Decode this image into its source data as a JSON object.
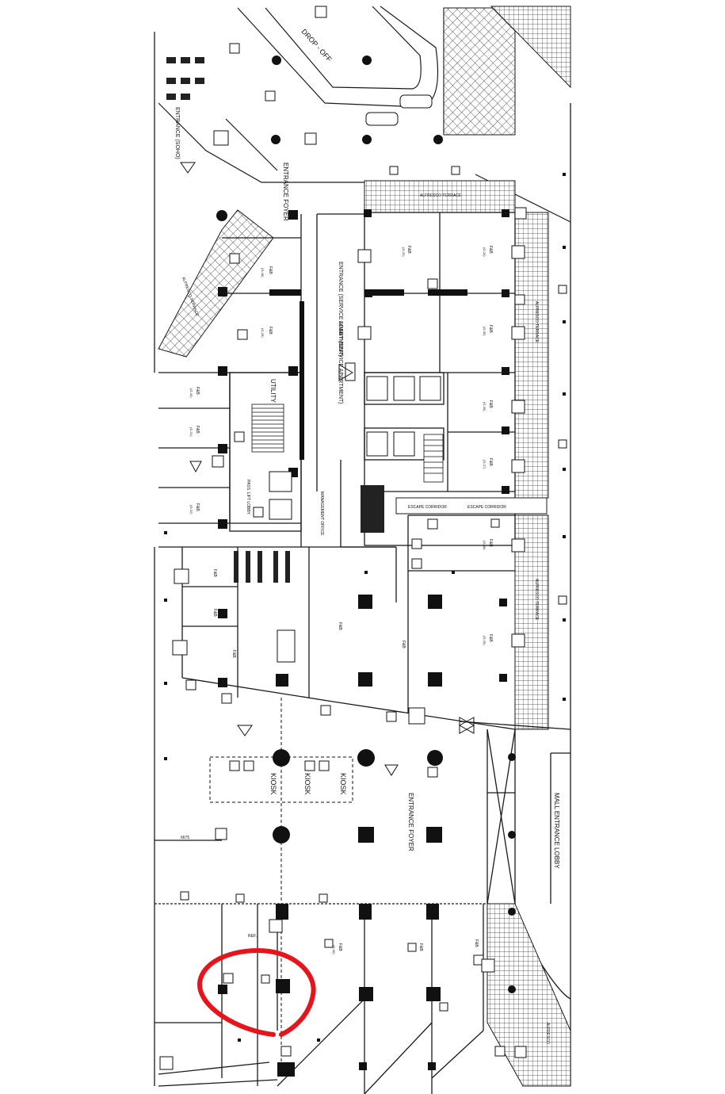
{
  "labels": {
    "drop_off": "DROP - OFF",
    "entrance_soho": "ENTRANCE (SOHO)",
    "entrance_foyer_top": "ENTRANCE FOYER",
    "entrance_service_apartment": "ENTRANCE (SERVICE APARTMENT)",
    "lobby_service_apartment": "LOBBY (SERVICE APARTMENT)",
    "alfresco_terrace_top": "ALFRESCO TERRACE",
    "alfresco_terrace_right": "ALFRESCO TERRACE",
    "alfresco_terrace_right2": "ALFRESCO TERRACE",
    "alfresco_terrace_left": "ALFRESCO TERRACE",
    "utility": "UTILITY",
    "pass_lift_lobby": "PASS. LIFT LOBBY",
    "management_office": "MANAGEMENT OFFICE",
    "escape_corridor_1": "ESCAPE CORRIDOR",
    "escape_corridor_2": "ESCAPE CORRIDOR",
    "entrance_foyer_main": "ENTRANCE FOYER",
    "mall_entrance_lobby": "MALL ENTRANCE LOBBY",
    "alfresco_bottom": "ALFRESCO",
    "kiosk_1": "KIOSK",
    "kiosk_2": "KIOSK",
    "kiosk_3": "KIOSK",
    "refuse": "REF.",
    "fb": "F&B",
    "unit_codes": [
      "(G-28)",
      "(G-29)",
      "(G-30)",
      "(G-31)",
      "(G-32)",
      "(G-33)",
      "(G-34)",
      "(G-35)",
      "(G-36)",
      "(G-37)",
      "(G-38)",
      "(G-39)",
      "(G-40)"
    ],
    "area_note": "(M/E)",
    "level_mark": "6675"
  },
  "annotation": {
    "shape": "ellipse",
    "color": "#e8141b",
    "meaning": "highlighted unit"
  },
  "colors": {
    "line": "#1a1a1a",
    "hatch": "#333333",
    "annotation": "#e8141b"
  }
}
